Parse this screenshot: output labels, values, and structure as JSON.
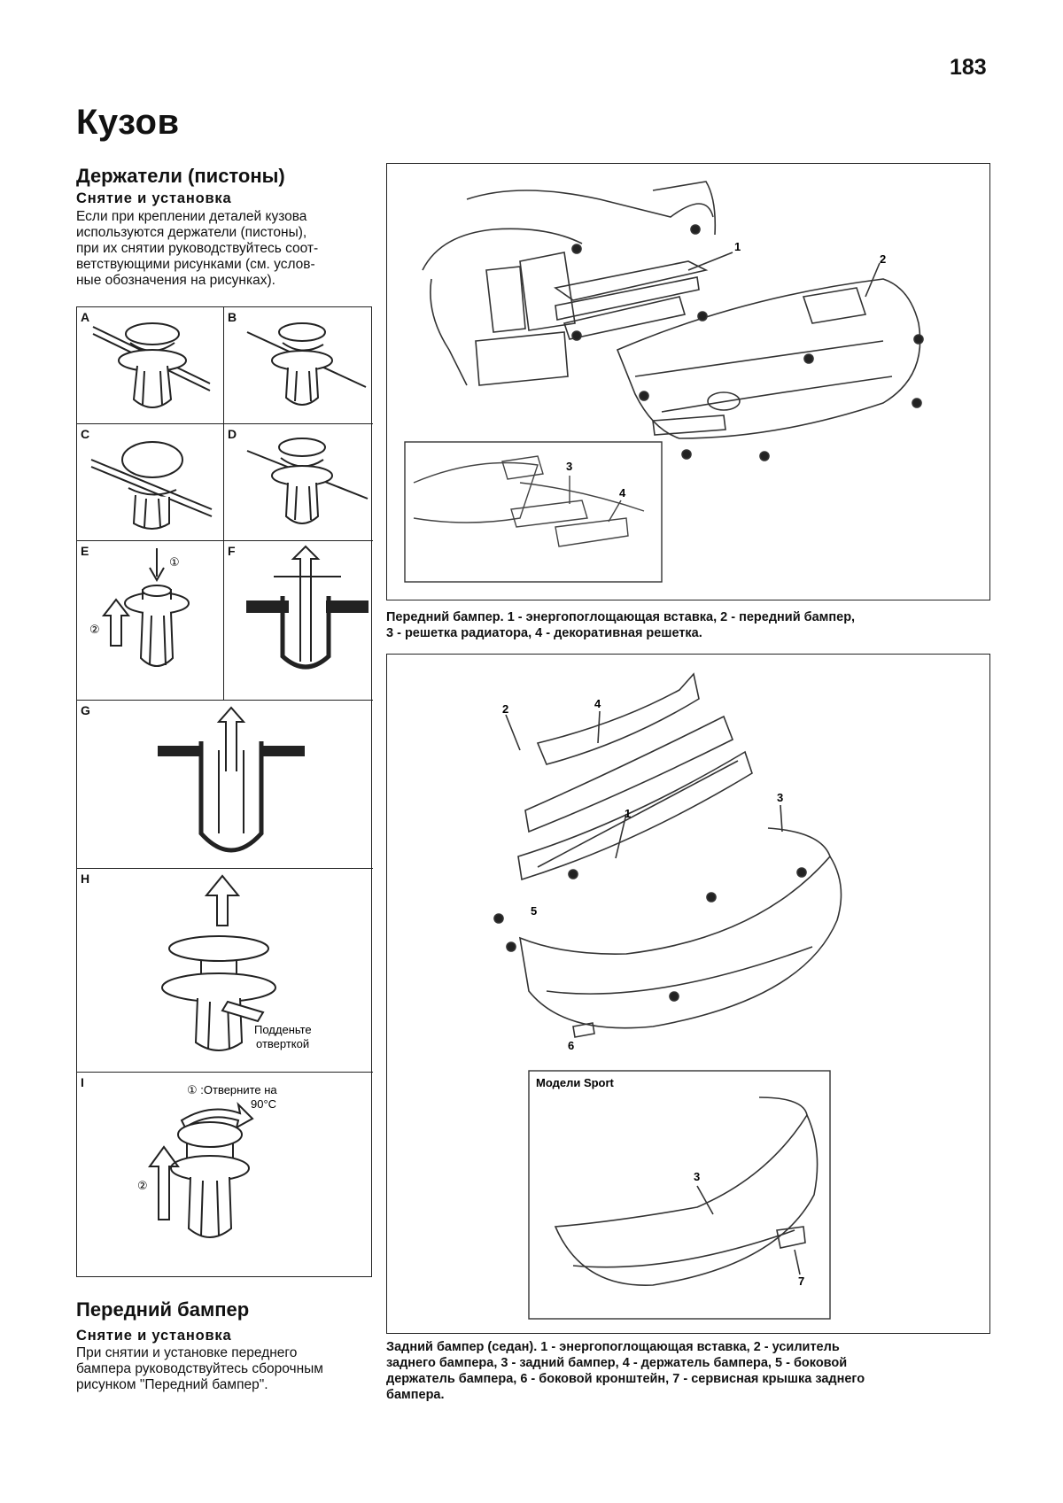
{
  "page_number": "183",
  "title": "Кузов",
  "clips_section": {
    "heading": "Держатели (пистоны)",
    "subheading": "Снятие и установка",
    "body_lines": [
      "Если при креплении деталей кузова",
      "используются держатели (пистоны),",
      "при их снятии руководствуйтесь соот-",
      "ветствующими рисунками (см. услов-",
      "ные обозначения на рисунках)."
    ],
    "panels": [
      "A",
      "B",
      "C",
      "D",
      "E",
      "F",
      "G",
      "H",
      "I"
    ],
    "panel_e_markers": [
      "①",
      "②"
    ],
    "panel_h_note": [
      "Подденьте",
      "отверткой"
    ],
    "panel_i_note": [
      "① :Отверните на",
      "90°С"
    ],
    "panel_i_marker": "②"
  },
  "front_bumper_section": {
    "heading": "Передний бампер",
    "subheading": "Снятие и установка",
    "body_lines": [
      "При снятии и установке переднего",
      "бампера руководствуйтесь сборочным",
      "рисунком \"Передний бампер\"."
    ]
  },
  "figure_front": {
    "callouts": [
      "1",
      "2",
      "3",
      "4"
    ],
    "caption_lines": [
      "Передний бампер. 1 - энергопоглощающая вставка, 2 - передний бампер,",
      "3 - решетка радиатора, 4 - декоративная решетка."
    ]
  },
  "figure_rear": {
    "callouts": [
      "1",
      "2",
      "3",
      "4",
      "5",
      "6"
    ],
    "inset_title": "Модели Sport",
    "inset_callouts": [
      "3",
      "7"
    ],
    "caption_lines": [
      "Задний бампер (седан). 1 - энергопоглощающая вставка, 2 - усилитель",
      "заднего бампера, 3 - задний бампер, 4 - держатель бампера, 5 - боковой",
      "держатель бампера, 6 - боковой кронштейн, 7 - сервисная крышка заднего",
      "бампера."
    ]
  }
}
